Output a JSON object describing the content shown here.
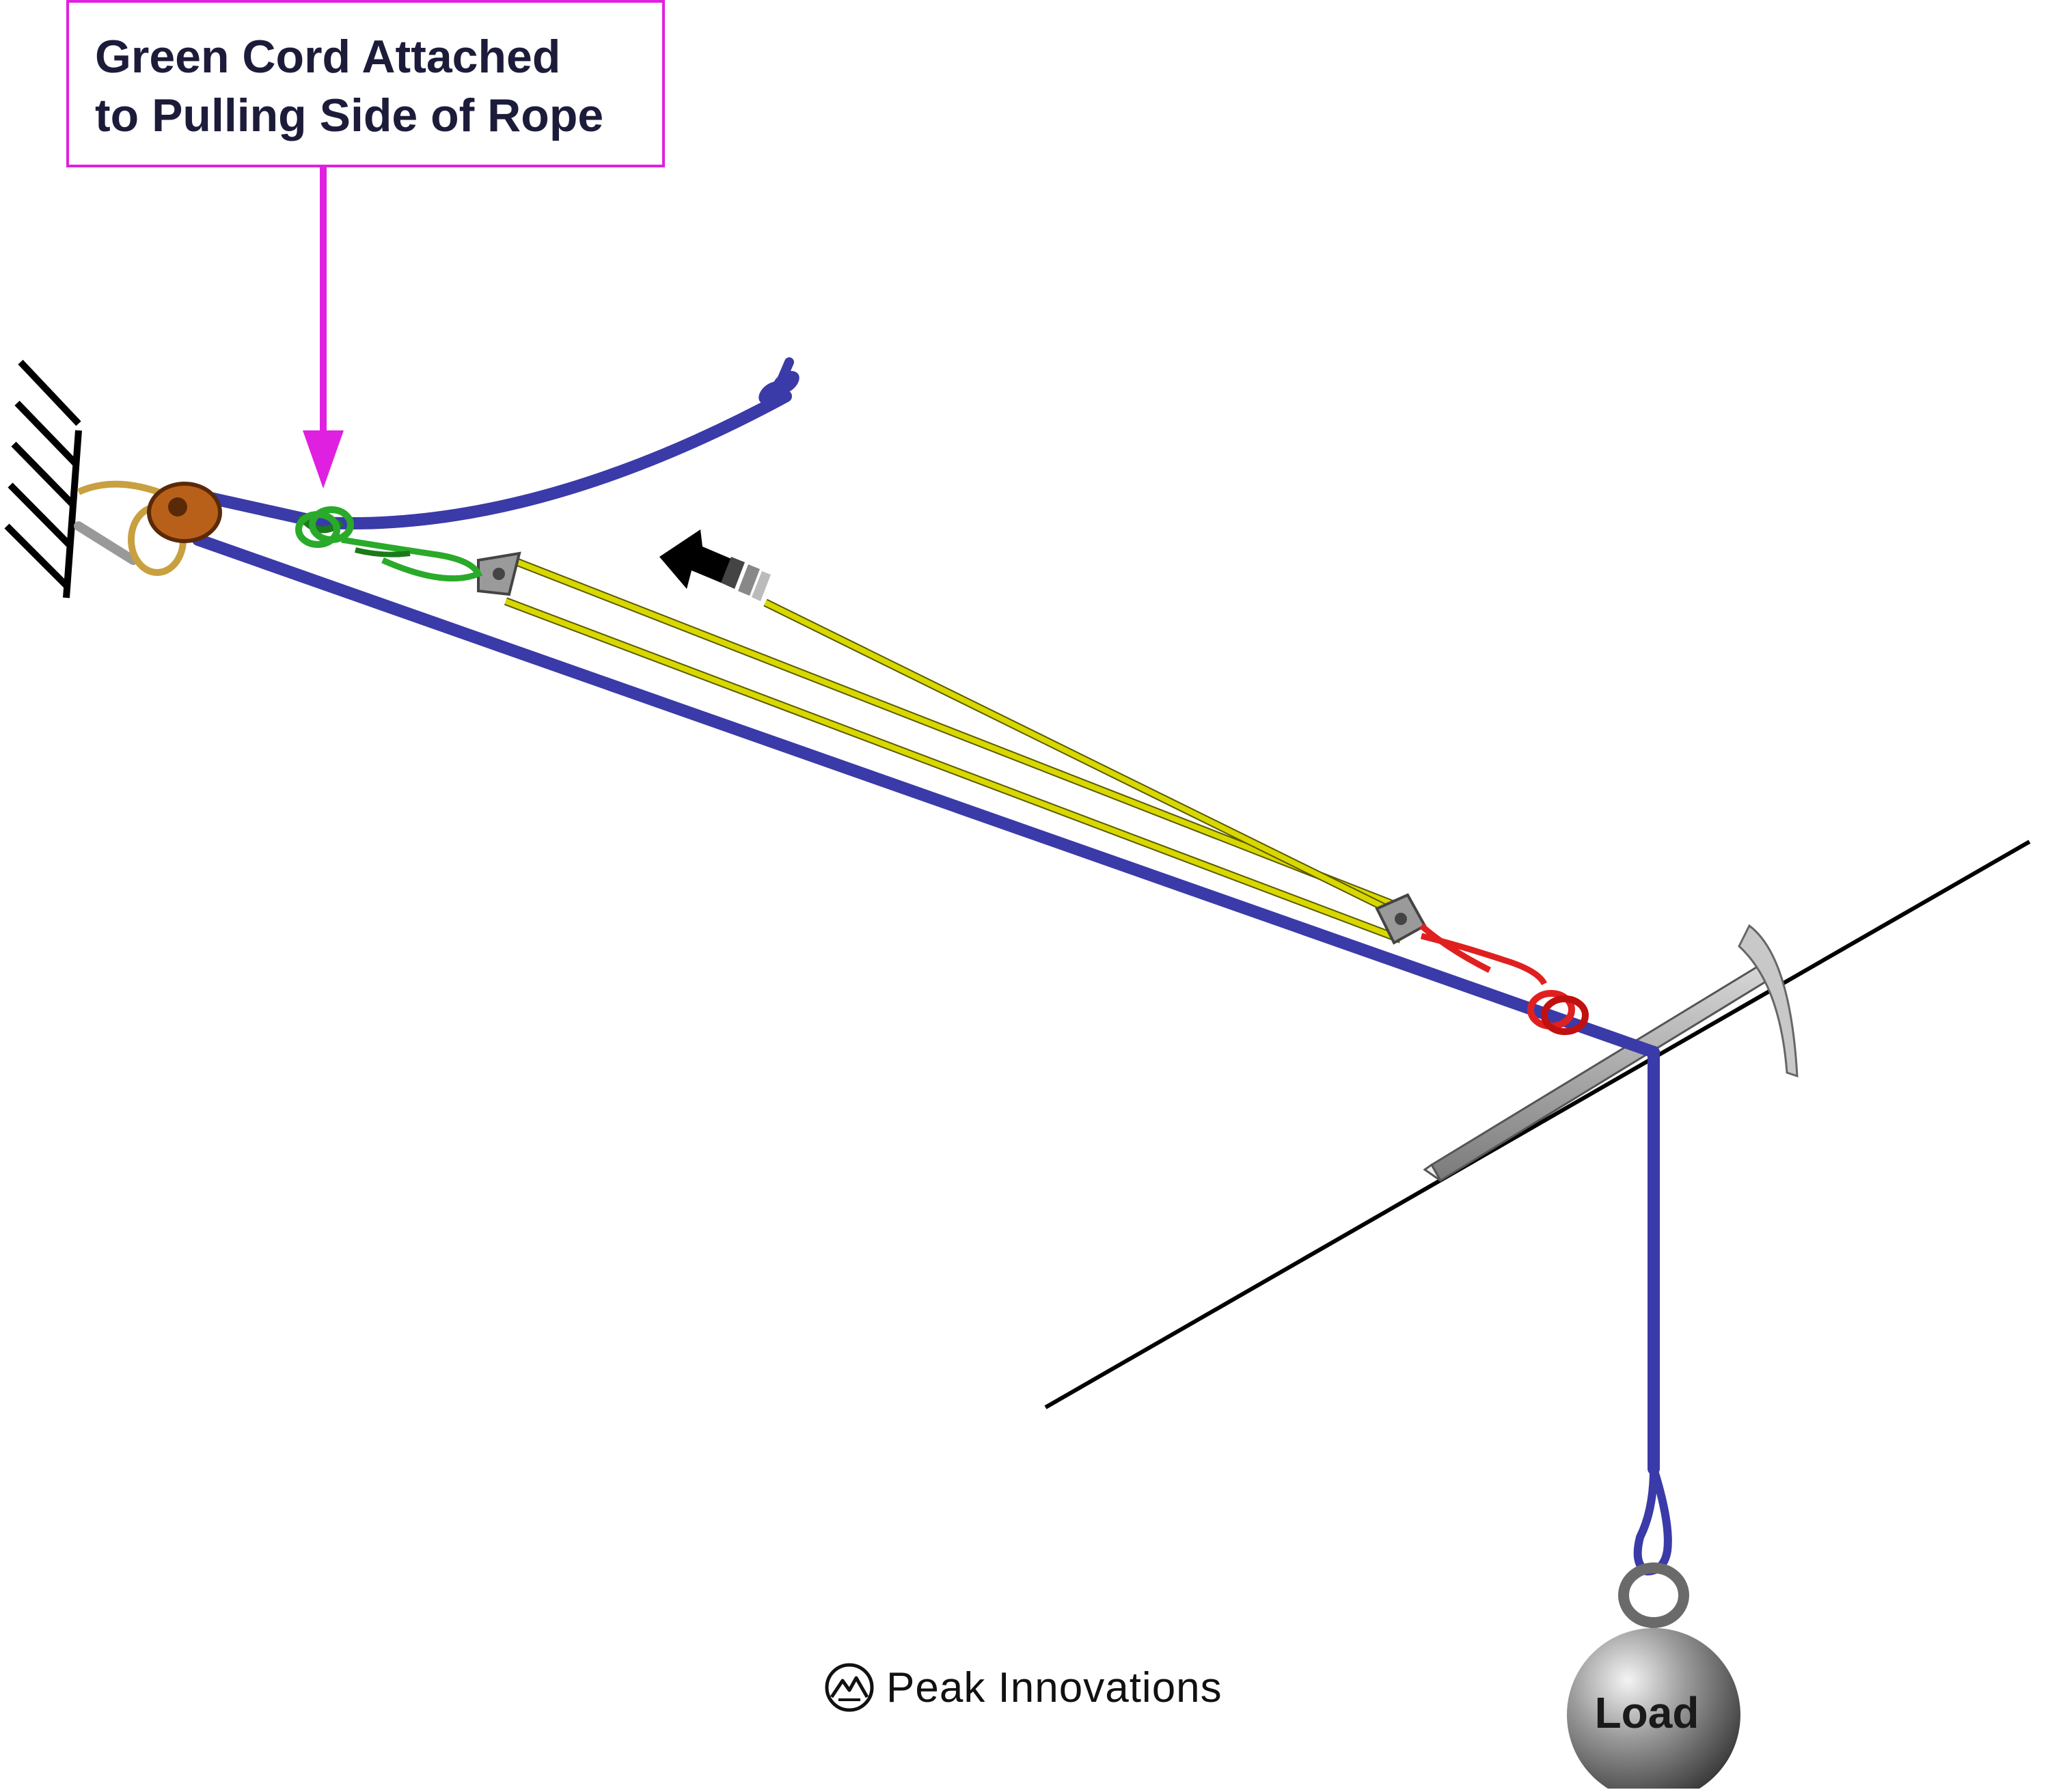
{
  "callout": {
    "line1": "Green Cord Attached",
    "line2": "to Pulling Side of Rope"
  },
  "brand": {
    "name": "Peak Innovations",
    "logo_icon": "mountain-logo-icon"
  },
  "load": {
    "label": "Load"
  },
  "colors": {
    "rope": "#3a3aa8",
    "cord_yellow": "#d8d800",
    "cord_green": "#2aaa2a",
    "cord_red": "#e02020",
    "callout_magenta": "#e020e0",
    "pulley_orange": "#b8601a"
  }
}
